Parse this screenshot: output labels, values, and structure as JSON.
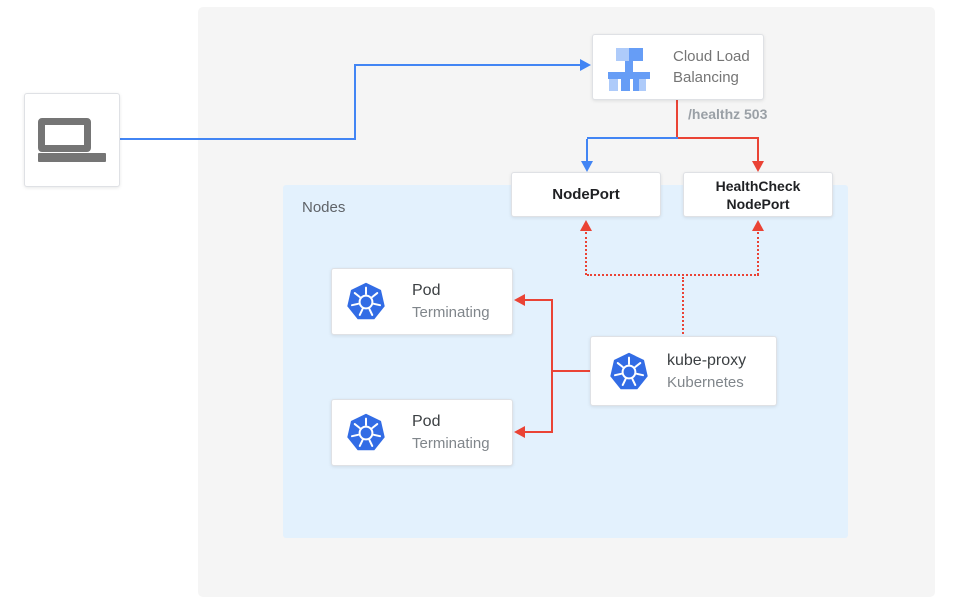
{
  "colors": {
    "traffic_blue": "#4285f4",
    "error_red": "#ea4335",
    "kubernetes_blue": "#326ce5",
    "cluster_background": "#f5f5f5",
    "nodes_background": "#e3f1fd"
  },
  "load_balancer": {
    "title": "Cloud Load Balancing",
    "line1": "Cloud Load",
    "line2": "Balancing"
  },
  "edge_label": "/healthz 503",
  "nodes_panel": {
    "label": "Nodes"
  },
  "nodeport": {
    "label": "NodePort"
  },
  "healthcheck": {
    "line1": "HealthCheck",
    "line2": "NodePort"
  },
  "pods": [
    {
      "title": "Pod",
      "status": "Terminating"
    },
    {
      "title": "Pod",
      "status": "Terminating"
    }
  ],
  "kube_proxy": {
    "title": "kube-proxy",
    "subtitle": "Kubernetes"
  }
}
